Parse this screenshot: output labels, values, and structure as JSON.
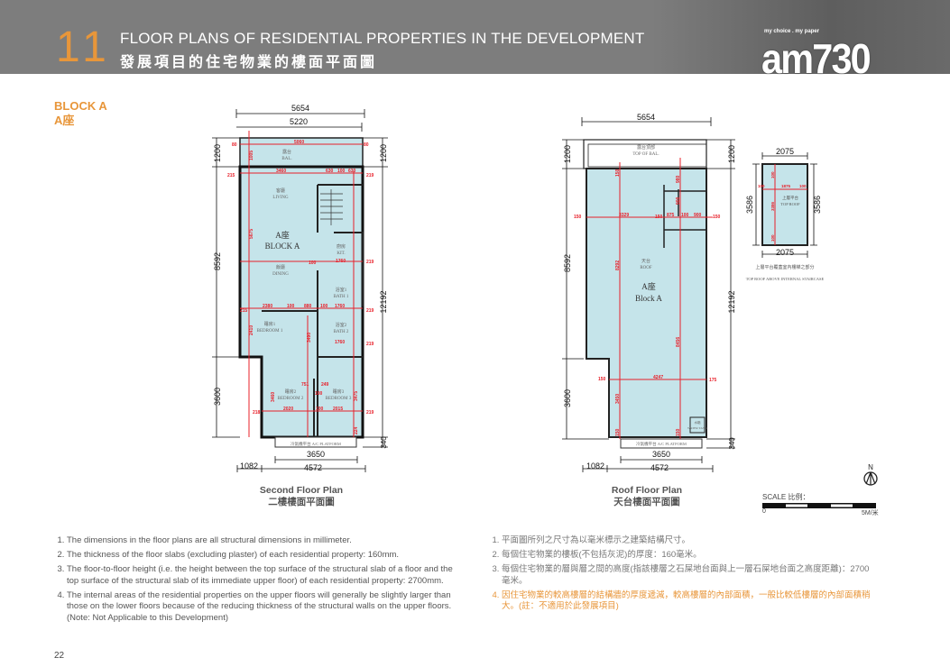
{
  "header": {
    "section_number": "11",
    "title_en": "FLOOR PLANS OF RESIDENTIAL PROPERTIES IN THE DEVELOPMENT",
    "title_zh": "發展項目的住宅物業的樓面平面圖",
    "logo_tagline": "my choice . my paper",
    "logo_text": "am730"
  },
  "block": {
    "en": "BLOCK A",
    "zh": "A座"
  },
  "second_floor": {
    "caption_en": "Second Floor Plan",
    "caption_zh": "二樓樓面平面圖",
    "dims": [
      "5654",
      "5220",
      "1200",
      "8592",
      "3600",
      "1200",
      "12192",
      "340",
      "3650",
      "1082",
      "4572"
    ],
    "rooms": [
      "露台",
      "BAL.",
      "客廳",
      "LIVING",
      "A座",
      "BLOCK A",
      "廚房",
      "KIT.",
      "飯廳",
      "DINING",
      "浴室1",
      "BATH 1",
      "睡房1",
      "BEDROOM 1",
      "浴室2",
      "BATH 2",
      "睡房2",
      "BEDROOM 2",
      "睡房3",
      "BEDROOM 3",
      "冷氣機平台  A/C PLATFORM"
    ],
    "red_dims": [
      "5060",
      "80",
      "80",
      "3460",
      "630",
      "100",
      "630",
      "215",
      "219",
      "1005",
      "5675",
      "1760",
      "100",
      "219",
      "2380",
      "100",
      "880",
      "100",
      "1760",
      "215",
      "219",
      "2410",
      "3490",
      "1760",
      "219",
      "751",
      "249",
      "100",
      "3460",
      "2020",
      "100",
      "2015",
      "218",
      "219",
      "3475",
      "224"
    ]
  },
  "roof_floor": {
    "caption_en": "Roof Floor Plan",
    "caption_zh": "天台樓面平面圖",
    "dims": [
      "5654",
      "1200",
      "8592",
      "3600",
      "1200",
      "12192",
      "340",
      "3650",
      "1082",
      "4572"
    ],
    "rooms": [
      "露台頂部",
      "TOP OF BAL.",
      "天台",
      "ROOF",
      "A座",
      "Block A",
      "水箱",
      "WATER TANK",
      "冷氣機平台  A/C PLATFORM"
    ],
    "red_dims": [
      "150",
      "3329",
      "150",
      "875",
      "100",
      "900",
      "150",
      "150",
      "980",
      "900",
      "8292",
      "8456",
      "150",
      "4247",
      "175",
      "3450",
      "150",
      "150"
    ],
    "top_roof": {
      "dims": [
        "2075",
        "2075",
        "3586",
        "3586"
      ],
      "red_dims": [
        "100",
        "1875",
        "100",
        "3386",
        "100",
        "100"
      ],
      "label_zh": "上層平台",
      "label_en": "TOP ROOF",
      "note_zh": "上層平台覆蓋室內樓梯之部分",
      "note_en": "TOP ROOF ABOVE INTERNAL STAIRCASE"
    }
  },
  "north_label": "N",
  "scale": {
    "label": "SCALE 比例：",
    "start": "0",
    "end": "5M/米"
  },
  "notes_en": [
    "The dimensions in the floor plans are all structural dimensions in millimeter.",
    "The thickness of the floor slabs (excluding plaster) of each residential property: 160mm.",
    "The floor-to-floor height (i.e. the height between the top surface of the structural slab of a floor and the top surface of the structural slab of its immediate upper floor) of each residential property: 2700mm.",
    "The internal areas of the residential properties on the upper floors will generally be slightly larger than those on the lower floors because of the reducing thickness of the structural walls on the upper floors. (Note: Not Applicable to this Development)"
  ],
  "notes_zh": [
    "平面圖所列之尺寸為以毫米標示之建築結構尺寸。",
    "每個住宅物業的樓板(不包括灰泥)的厚度：160毫米。",
    "每個住宅物業的層與層之間的高度(指該樓層之石屎地台面與上一層石屎地台面之高度距離)：2700毫米。",
    "因住宅物業的較高樓層的結構牆的厚度遞減，較高樓層的內部面積，一般比較低樓層的內部面積稍大。(註：不適用於此發展項目)"
  ],
  "page_number": "22",
  "colors": {
    "accent": "#e8963a",
    "header_bg": "#7d7d7d",
    "floor_fill": "#c5e4ea",
    "dimension_red": "#e8202a"
  }
}
